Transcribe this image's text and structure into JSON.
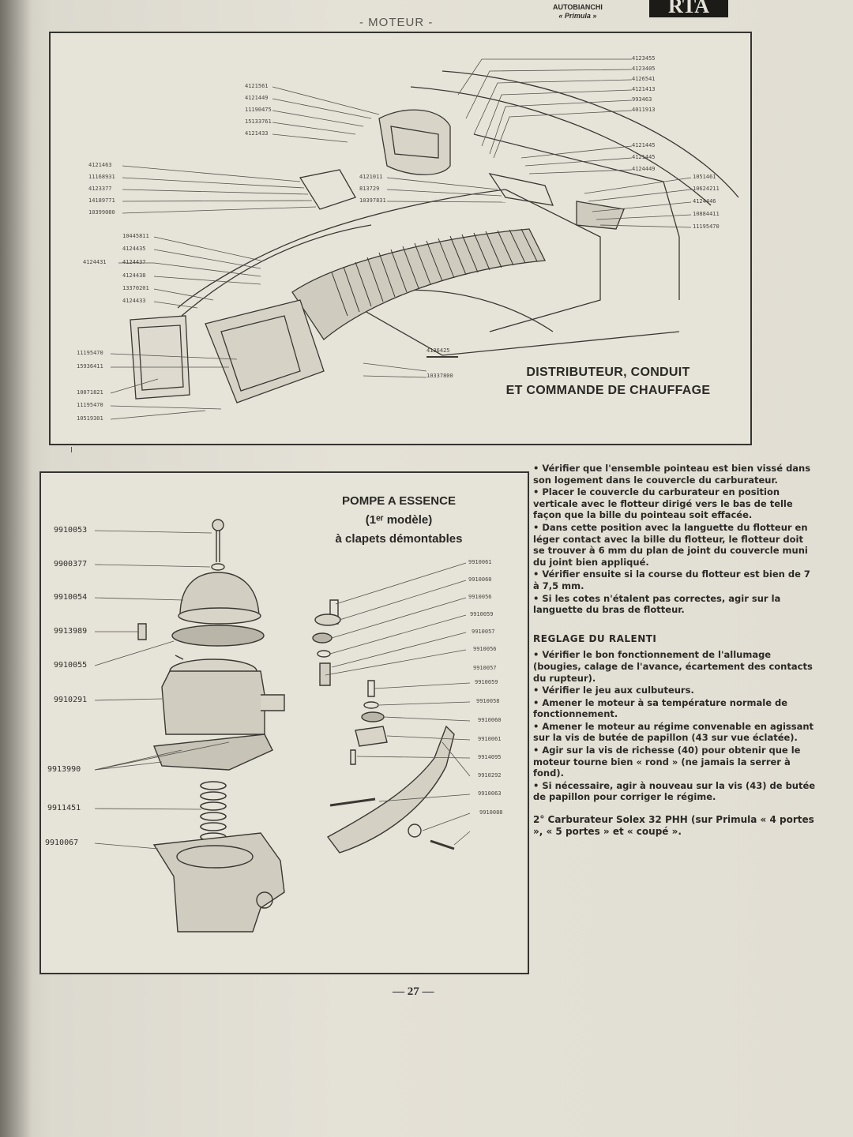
{
  "header": {
    "section_title": "- MOTEUR -",
    "brand_line1": "AUTOBIANCHI",
    "brand_line2": "« Primula »",
    "logo_text": "RTA"
  },
  "figure_top": {
    "caption_line1": "DISTRIBUTEUR, CONDUIT",
    "caption_line2": "ET COMMANDE DE CHAUFFAGE",
    "callouts_top_right": [
      "4123455",
      "4123405",
      "4126541",
      "4121413",
      "993463",
      "4011913",
      "4121445",
      "4121445",
      "4124449",
      "1051461",
      "10624211",
      "4124446",
      "10884411",
      "11195470"
    ],
    "callouts_top_left": [
      "4121561",
      "4121449",
      "11190475",
      "15133761",
      "4121433"
    ],
    "callouts_mid_left": [
      "4121463",
      "11168931",
      "4123377",
      "14189771",
      "10399080"
    ],
    "callouts_center": [
      "4121011",
      "813729",
      "10397831"
    ],
    "callouts_lower_left": [
      "10445811",
      "4124435",
      "4124437",
      "4124438",
      "13370201",
      "4124433"
    ],
    "callout_left_single": "4124431",
    "callouts_bottom_left": [
      "11195470",
      "15936411",
      "10071821",
      "11195470",
      "10519301"
    ],
    "callouts_bottom_center": [
      "4136425",
      "10337800"
    ]
  },
  "figure_bottom": {
    "caption_line1": "POMPE A ESSENCE",
    "caption_line2": "(1ᵉʳ modèle)",
    "caption_line3": "à clapets démontables",
    "callouts_left": [
      "9910053",
      "9900377",
      "9910054",
      "9913989",
      "9910055",
      "9910291",
      "9913990",
      "9911451",
      "9910067"
    ],
    "callouts_right": [
      "9910061",
      "9910060",
      "9910056",
      "9910059",
      "9910057",
      "9910056",
      "9910057",
      "9910059",
      "9910058",
      "9910060",
      "9910061",
      "9914095",
      "9910292",
      "9910063",
      "9910088"
    ]
  },
  "text": {
    "p1": "Vérifier que l'ensemble pointeau est bien vissé dans son logement dans le couvercle du carburateur.",
    "p2": "Placer le couvercle du carburateur en position verticale avec le flotteur dirigé vers le bas de telle façon que la bille du pointeau soit effacée.",
    "p3": "Dans cette position avec la languette du flotteur en léger contact avec la bille du flotteur, le flotteur doit se trouver à 6 mm du plan de joint du couvercle muni du joint bien appliqué.",
    "p4": "Vérifier ensuite si la course du flotteur est bien de 7 à 7,5 mm.",
    "p5": "Si les cotes n'étalent pas correctes, agir sur la languette du bras de flotteur.",
    "heading": "REGLAGE DU RALENTI",
    "r1": "Vérifier le bon fonctionnement de l'allumage (bougies, calage de l'avance, écartement des contacts du rupteur).",
    "r2": "Vérifier le jeu aux culbuteurs.",
    "r3": "Amener le moteur à sa température normale de fonctionnement.",
    "r4": "Amener le moteur au régime convenable en agissant sur la vis de butée de papillon (43 sur vue éclatée).",
    "r5": "Agir sur la vis de richesse (40) pour obtenir que le moteur tourne bien « rond » (ne jamais la serrer à fond).",
    "r6": "Si nécessaire, agir à nouveau sur la vis (43) de butée de papillon pour corriger le régime.",
    "carb": "2° Carburateur Solex 32 PHH (sur Primula « 4 portes », « 5 portes » et « coupé »."
  },
  "footer": {
    "page_number": "— 27 —"
  }
}
